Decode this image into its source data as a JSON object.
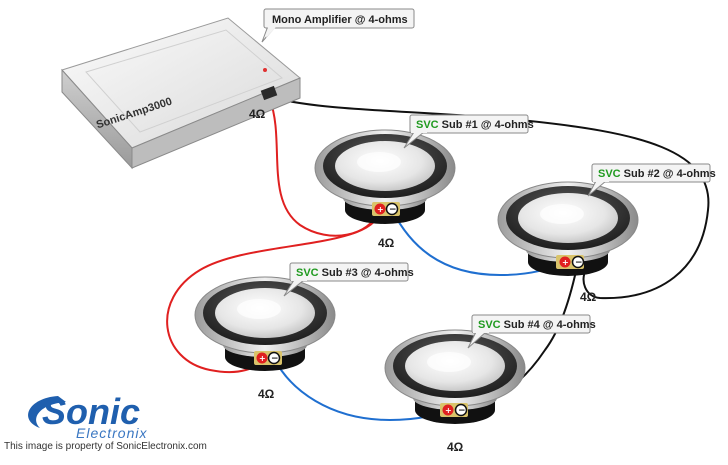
{
  "amplifier": {
    "callout": "Mono Amplifier @ 4-ohms",
    "brand": "SonicAmp3000",
    "impedance": "4Ω"
  },
  "subs": [
    {
      "svc": "SVC",
      "label": " Sub #1 @ 4-ohms",
      "impedance": "4Ω"
    },
    {
      "svc": "SVC",
      "label": " Sub #2 @ 4-ohms",
      "impedance": "4Ω"
    },
    {
      "svc": "SVC",
      "label": " Sub #3 @ 4-ohms",
      "impedance": "4Ω"
    },
    {
      "svc": "SVC",
      "label": " Sub #4 @ 4-ohms",
      "impedance": "4Ω"
    }
  ],
  "terminals": {
    "positive": "+",
    "negative": "−"
  },
  "logo": {
    "primary": "Sonic",
    "secondary": "Electronix"
  },
  "credit": "This image is property of SonicElectronix.com",
  "colors": {
    "positive_wire": "#e02020",
    "negative_wire_sub_to_sub": "#1f6fd0",
    "negative_wire_main": "#111111",
    "svc_text": "#1f9a1f",
    "brand_blue": "#1f5fae"
  }
}
